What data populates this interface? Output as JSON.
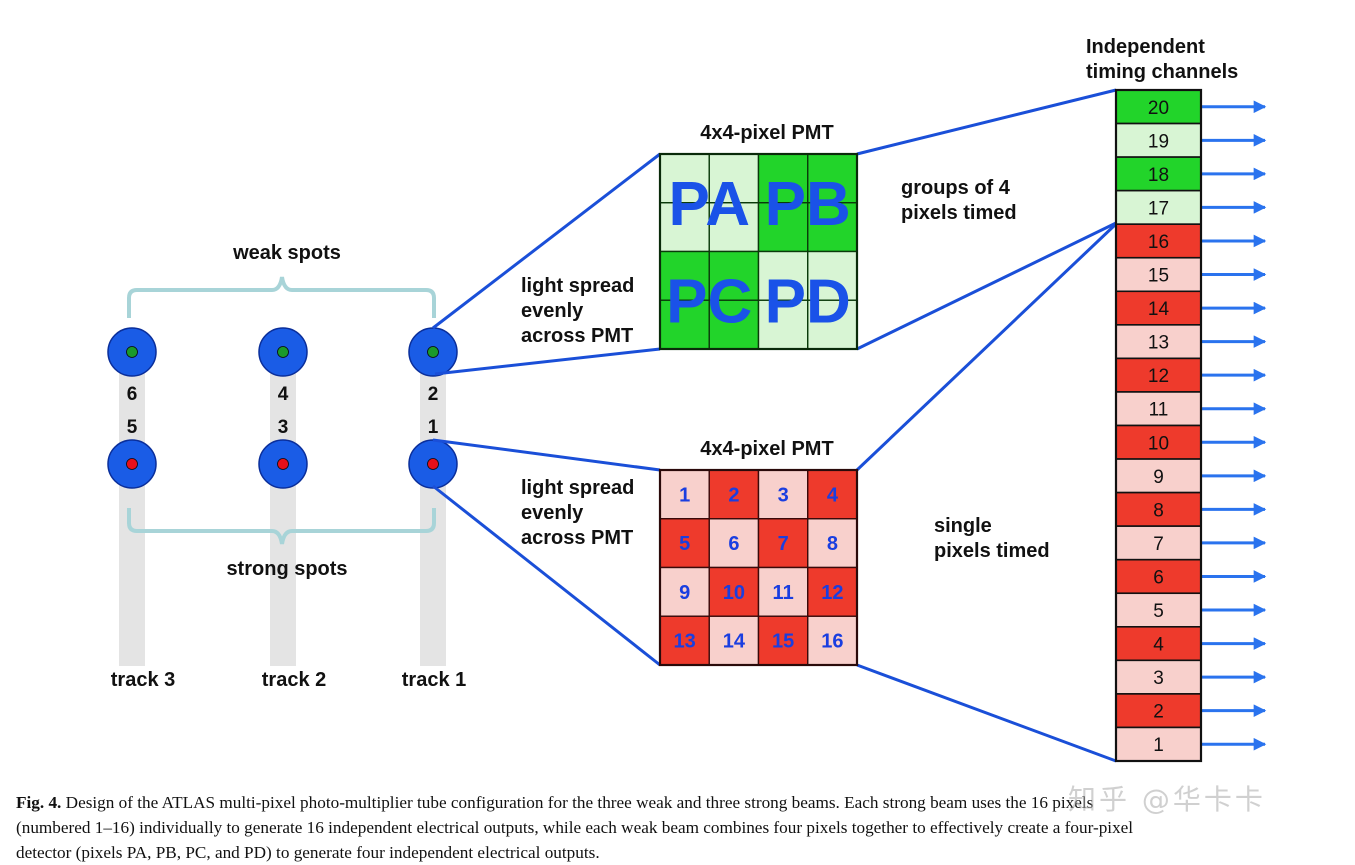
{
  "labels": {
    "weak_spots": "weak spots",
    "strong_spots": "strong spots",
    "pmt_top": "4x4-pixel PMT",
    "pmt_bottom": "4x4-pixel PMT",
    "light_spread_top": [
      "light spread",
      "evenly",
      "across PMT"
    ],
    "light_spread_bottom": [
      "light spread",
      "evenly",
      "across PMT"
    ],
    "groups_timed": [
      "groups of 4",
      "pixels timed"
    ],
    "single_timed": [
      "single",
      "pixels timed"
    ],
    "channels_title": [
      "Independent",
      "timing channels"
    ]
  },
  "tracks": [
    {
      "label": "track 3",
      "weak_num": "6",
      "strong_num": "5"
    },
    {
      "label": "track 2",
      "weak_num": "4",
      "strong_num": "3"
    },
    {
      "label": "track 1",
      "weak_num": "2",
      "strong_num": "1"
    }
  ],
  "weak_pmt": {
    "groups": [
      "PA",
      "PB",
      "PC",
      "PD"
    ],
    "pixel_shades": [
      [
        "light",
        "light",
        "dark",
        "dark"
      ],
      [
        "light",
        "light",
        "dark",
        "dark"
      ],
      [
        "dark",
        "dark",
        "light",
        "light"
      ],
      [
        "dark",
        "dark",
        "light",
        "light"
      ]
    ]
  },
  "strong_pmt": {
    "pixels": [
      {
        "num": "1",
        "shade": "light"
      },
      {
        "num": "2",
        "shade": "dark"
      },
      {
        "num": "3",
        "shade": "light"
      },
      {
        "num": "4",
        "shade": "dark"
      },
      {
        "num": "5",
        "shade": "dark"
      },
      {
        "num": "6",
        "shade": "light"
      },
      {
        "num": "7",
        "shade": "dark"
      },
      {
        "num": "8",
        "shade": "light"
      },
      {
        "num": "9",
        "shade": "light"
      },
      {
        "num": "10",
        "shade": "dark"
      },
      {
        "num": "11",
        "shade": "light"
      },
      {
        "num": "12",
        "shade": "dark"
      },
      {
        "num": "13",
        "shade": "dark"
      },
      {
        "num": "14",
        "shade": "light"
      },
      {
        "num": "15",
        "shade": "dark"
      },
      {
        "num": "16",
        "shade": "light"
      }
    ]
  },
  "channels": [
    {
      "num": "20",
      "color": "green-dark"
    },
    {
      "num": "19",
      "color": "green-light"
    },
    {
      "num": "18",
      "color": "green-dark"
    },
    {
      "num": "17",
      "color": "green-light"
    },
    {
      "num": "16",
      "color": "red-dark"
    },
    {
      "num": "15",
      "color": "red-light"
    },
    {
      "num": "14",
      "color": "red-dark"
    },
    {
      "num": "13",
      "color": "red-light"
    },
    {
      "num": "12",
      "color": "red-dark"
    },
    {
      "num": "11",
      "color": "red-light"
    },
    {
      "num": "10",
      "color": "red-dark"
    },
    {
      "num": "9",
      "color": "red-light"
    },
    {
      "num": "8",
      "color": "red-dark"
    },
    {
      "num": "7",
      "color": "red-light"
    },
    {
      "num": "6",
      "color": "red-dark"
    },
    {
      "num": "5",
      "color": "red-light"
    },
    {
      "num": "4",
      "color": "red-dark"
    },
    {
      "num": "3",
      "color": "red-light"
    },
    {
      "num": "2",
      "color": "red-dark"
    },
    {
      "num": "1",
      "color": "red-light"
    }
  ],
  "colors": {
    "green-dark": "#22d42a",
    "green-light": "#d8f5d4",
    "red-dark": "#ee3a2c",
    "red-light": "#f8d0cc",
    "beam_blue": "#1a5ce6",
    "line_blue": "#1a4fd8",
    "arrow_blue": "#2a73ee",
    "bracket": "#a8d4d8",
    "track_gray": "#e4e4e4",
    "weak_dot": "#1a9a2a",
    "strong_dot": "#e8101a"
  },
  "caption": {
    "fig_label": "Fig. 4.",
    "lines": [
      "Design of the ATLAS multi-pixel photo-multiplier tube configuration for the three weak and three strong beams. Each strong beam uses the 16 pixels",
      "(numbered 1–16) individually to generate 16 independent electrical outputs, while each weak beam combines four pixels together to effectively create a four-pixel",
      "detector (pixels PA, PB, PC, and PD) to generate four independent electrical outputs."
    ]
  },
  "watermark": "知乎 @华卡卡"
}
